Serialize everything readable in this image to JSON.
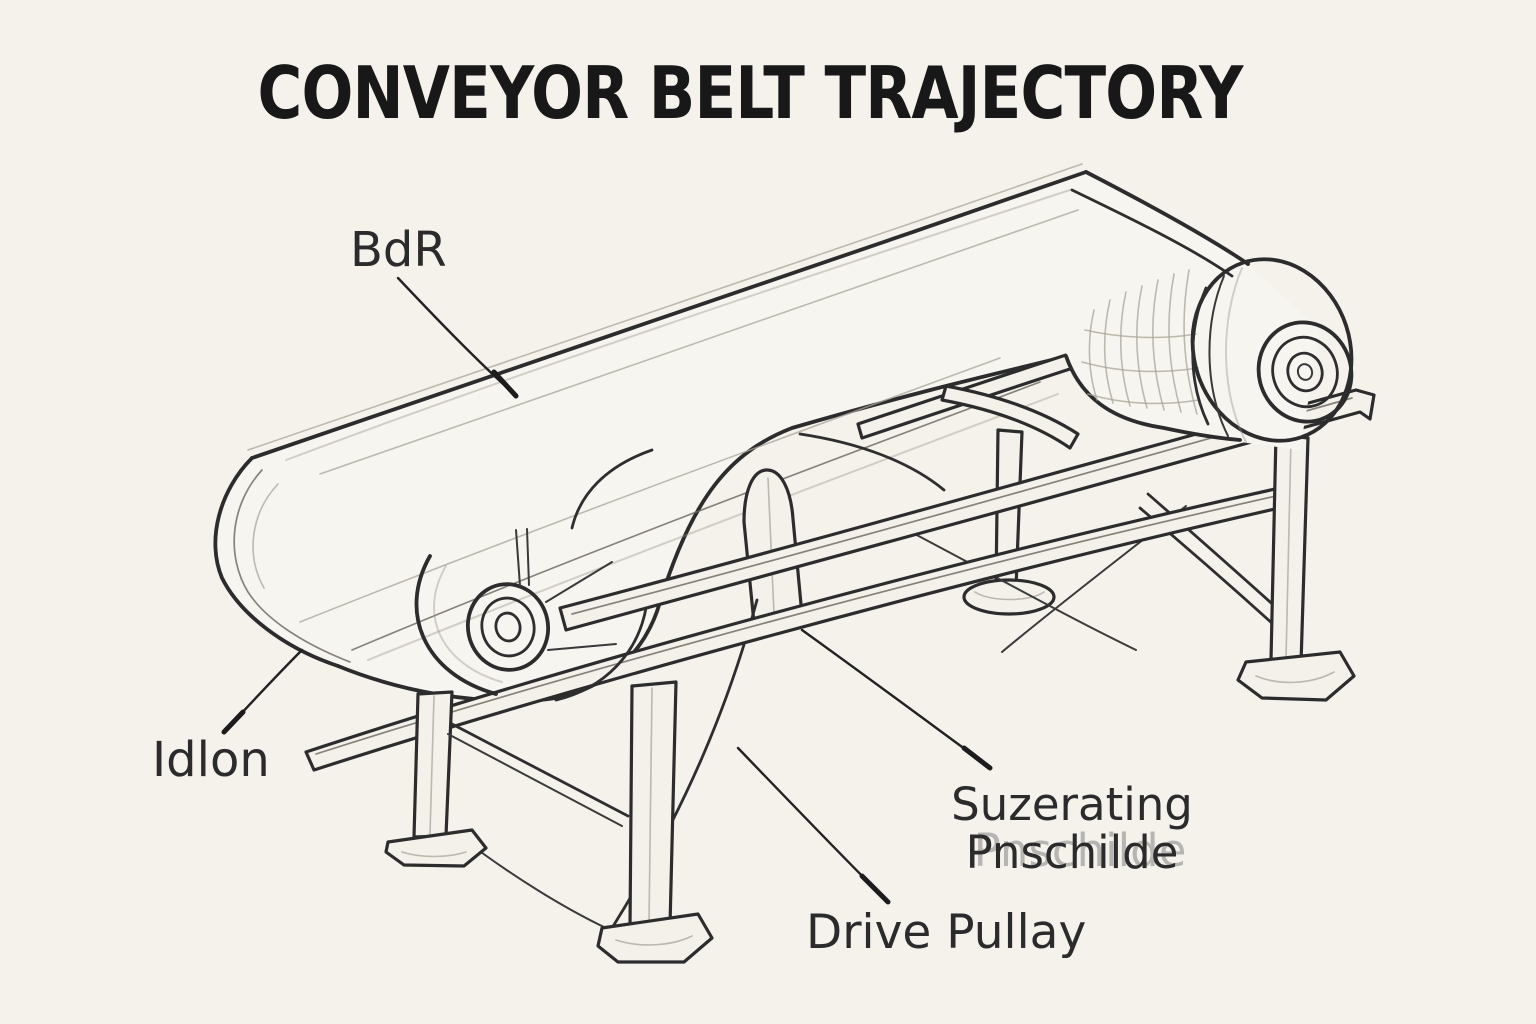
{
  "title": "CONVEYOR BELT TRAJECTORY",
  "labels": {
    "belt": {
      "text": "BdR"
    },
    "idler": {
      "text": "Idlon"
    },
    "supporting": {
      "line1": "Suzerating",
      "line2": "Pnschilde"
    },
    "drive_pulley": {
      "text": "Drive Pullay"
    }
  },
  "colors": {
    "paper": "#f5f2ec",
    "ink": "#2c2c2c",
    "title_ink": "#181818",
    "pencil_shading": "#aaa49a"
  }
}
